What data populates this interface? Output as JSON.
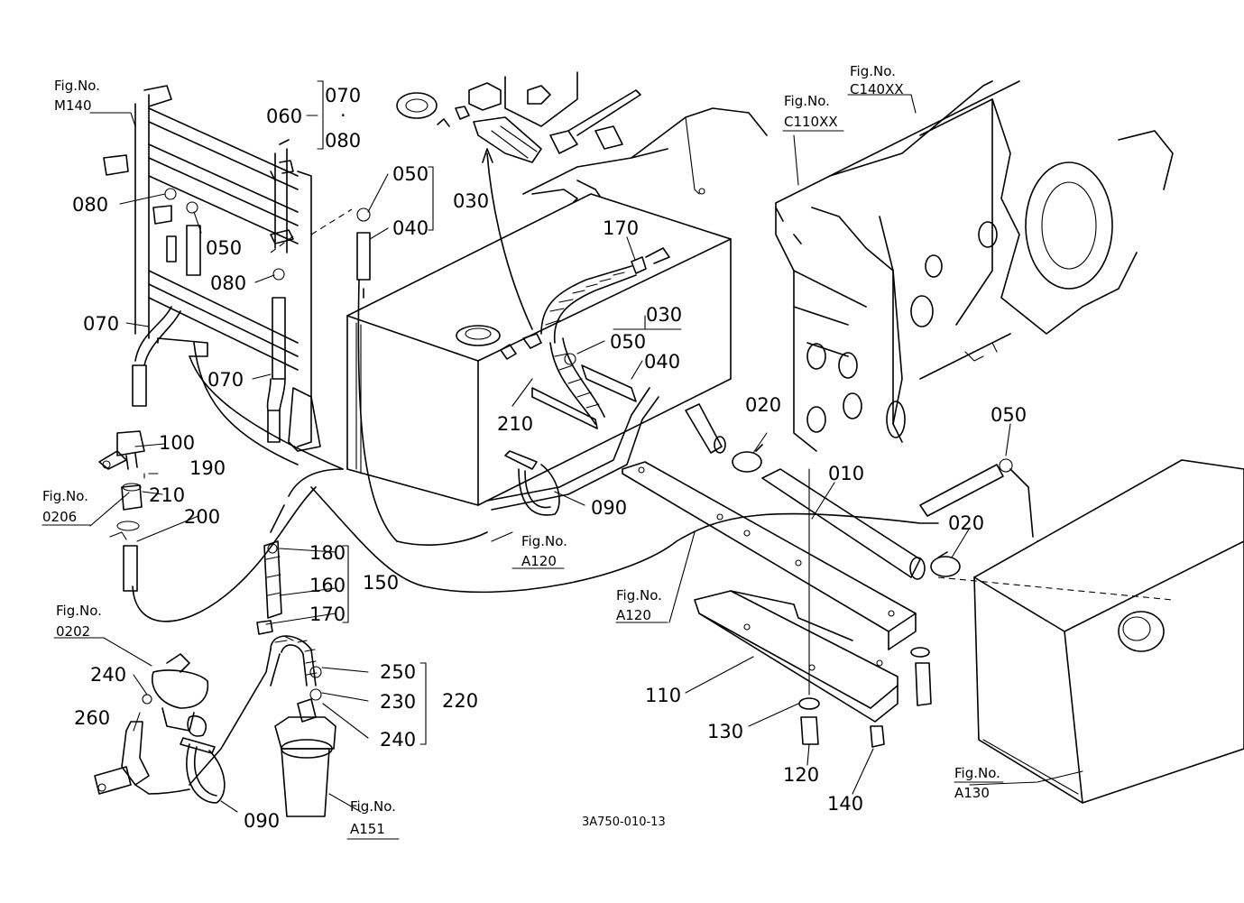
{
  "drawing_number": "3A750-010-13",
  "fig_refs": {
    "m140": {
      "label": "Fig.No.",
      "code": "M140"
    },
    "c140xx": {
      "label": "Fig.No.",
      "code": "C140XX"
    },
    "c110xx": {
      "label": "Fig.No.",
      "code": "C110XX"
    },
    "f0206": {
      "label": "Fig.No.",
      "code": "0206"
    },
    "f0202": {
      "label": "Fig.No.",
      "code": "0202"
    },
    "a120_left": {
      "label": "Fig.No.",
      "code": "A120"
    },
    "a120_mid": {
      "label": "Fig.No.",
      "code": "A120"
    },
    "a151": {
      "label": "Fig.No.",
      "code": "A151"
    },
    "a130": {
      "label": "Fig.No.",
      "code": "A130"
    }
  },
  "parts": {
    "p010": "010",
    "p020a": "020",
    "p020b": "020",
    "p030a": "030",
    "p030b": "030",
    "p040a": "040",
    "p040b": "040",
    "p050a": "050",
    "p050b": "050",
    "p050c": "050",
    "p050d": "050",
    "p060": "060",
    "p070a": "070",
    "p070b": "070",
    "p070c": "070",
    "p080a": "080",
    "p080b": "080",
    "p080c": "080",
    "p090a": "090",
    "p090b": "090",
    "p100": "100",
    "p110": "110",
    "p120": "120",
    "p130": "130",
    "p140": "140",
    "p150": "150",
    "p160": "160",
    "p170a": "170",
    "p170b": "170",
    "p180": "180",
    "p190": "190",
    "p200": "200",
    "p210a": "210",
    "p210b": "210",
    "p220": "220",
    "p230": "230",
    "p240a": "240",
    "p240b": "240",
    "p250": "250",
    "p260": "260"
  }
}
